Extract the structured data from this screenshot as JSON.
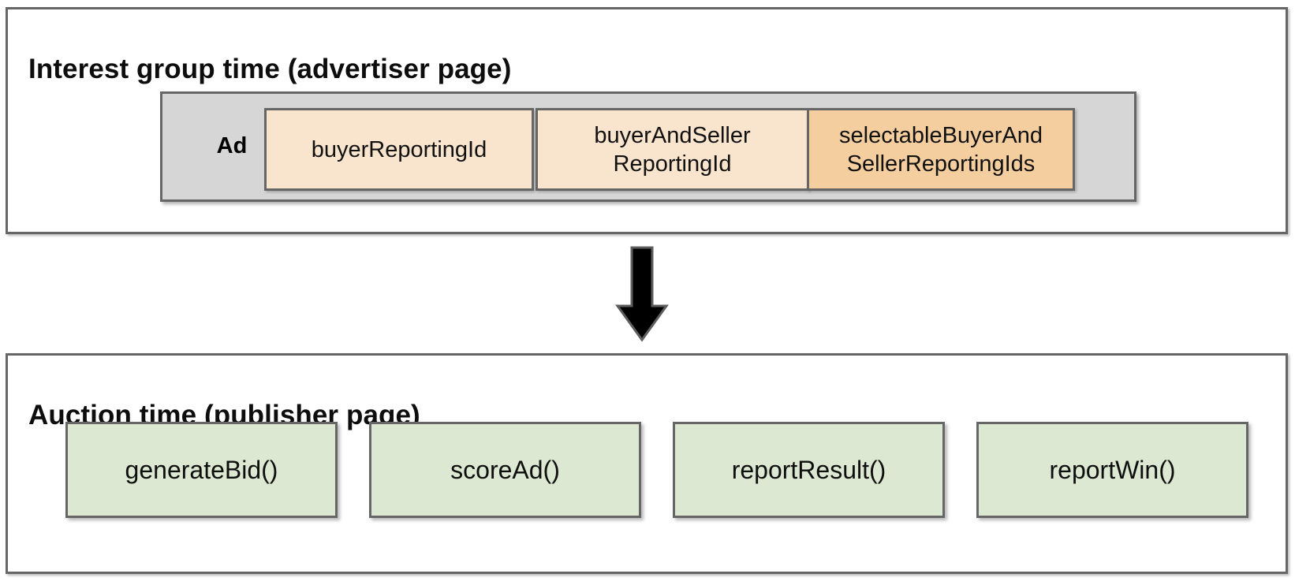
{
  "diagram": {
    "title_hidden": "",
    "sections": [
      {
        "id": "advertiser",
        "title": "Interest group time (advertiser page)",
        "group": {
          "label": "Ad",
          "fields": [
            {
              "label": "buyerReportingId",
              "color": "#f9e5cd"
            },
            {
              "label": "buyerAndSeller\nReportingId",
              "color": "#f9e5cd"
            },
            {
              "label": "selectableBuyerAnd\nSellerReportingIds",
              "color": "#f5cea0"
            }
          ]
        }
      },
      {
        "id": "publisher",
        "title": "Auction time (publisher page)",
        "functions": [
          {
            "label": "generateBid()",
            "color": "#dce8d2"
          },
          {
            "label": "scoreAd()",
            "color": "#dce8d2"
          },
          {
            "label": "reportResult()",
            "color": "#dce8d2"
          },
          {
            "label": "reportWin()",
            "color": "#dce8d2"
          }
        ]
      }
    ],
    "connector": {
      "icon": "down-arrow-icon",
      "direction": "down",
      "color": "#000000"
    },
    "colors": {
      "panel_border": "#666666",
      "group_fill": "#d6d6d6",
      "field_fill_light": "#f9e5cd",
      "field_fill_accent": "#f5cea0",
      "function_fill": "#dce8d2",
      "background": "#ffffff",
      "text": "#111111"
    }
  }
}
